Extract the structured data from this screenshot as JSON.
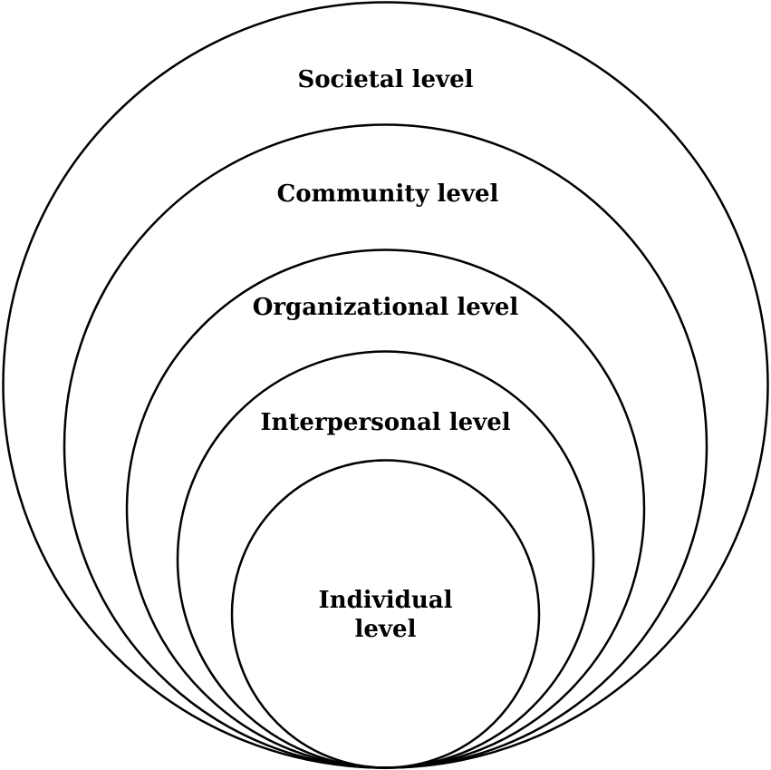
{
  "diagram": {
    "levels": [
      {
        "label": "Societal level"
      },
      {
        "label": "Community level"
      },
      {
        "label": "Organizational level"
      },
      {
        "label": "Interpersonal level"
      },
      {
        "label_line1": "Individual",
        "label_line2": "level"
      }
    ],
    "stroke_color": "#000000",
    "background": "#ffffff"
  }
}
